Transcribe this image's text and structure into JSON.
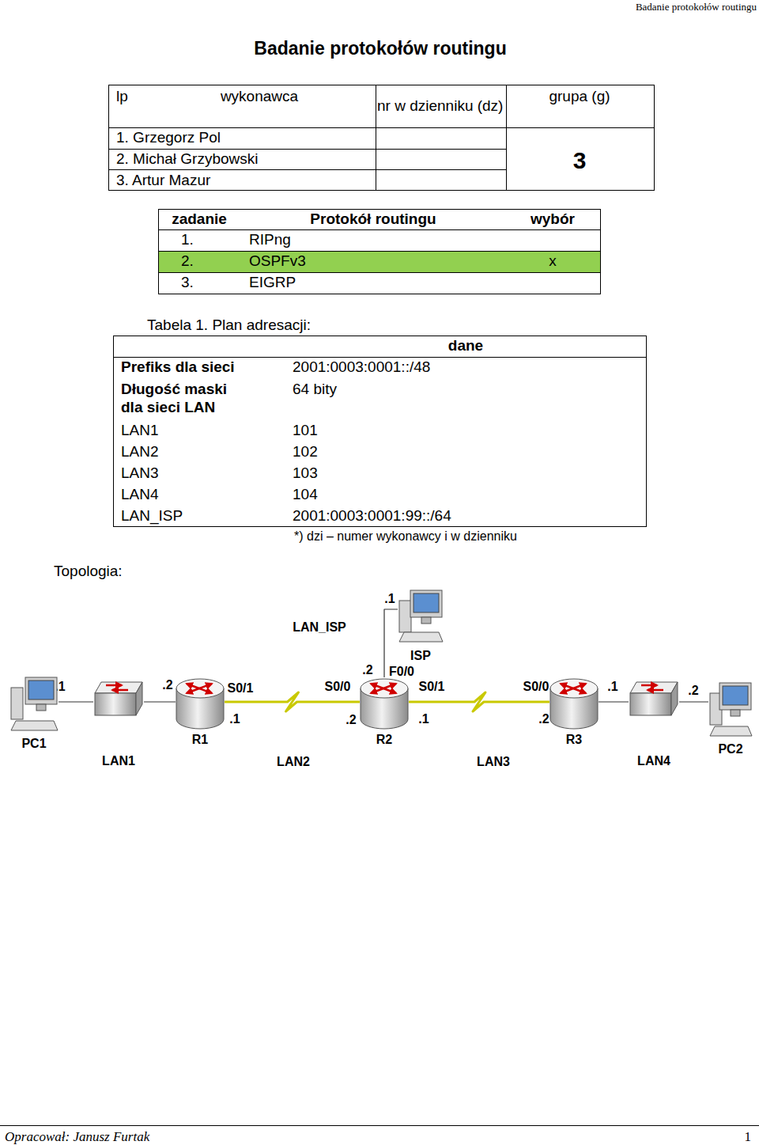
{
  "diagram": {
    "title": "Badanie protokołów routingu",
    "nodes": [
      {
        "text": [
          "PC1"
        ]
      },
      {
        "text": [
          "LAN1"
        ]
      },
      {
        "text": [
          "R1"
        ]
      },
      {
        "text": [
          "R2"
        ]
      },
      {
        "text": [
          "R3"
        ]
      },
      {
        "text": [
          "LAN4"
        ]
      },
      {
        "text": [
          "PC2"
        ]
      },
      {
        "text": [
          "ISP"
        ]
      }
    ],
    "edges": [
      {
        "from": 0,
        "to": 1,
        "arrow": "none"
      },
      {
        "from": 1,
        "to": 2,
        "arrow": "none"
      },
      {
        "from": 2,
        "to": 3,
        "arrow": "none"
      },
      {
        "from": 3,
        "to": 4,
        "arrow": "none"
      },
      {
        "from": 4,
        "to": 5,
        "arrow": "none"
      },
      {
        "from": 5,
        "to": 6,
        "arrow": "none"
      },
      {
        "from": 3,
        "to": 7,
        "arrow": "none"
      }
    ],
    "labels": [
      "Badanie protokołów routingu",
      "lp",
      "wykonawca",
      "nr w dzienniku (dz)",
      "grupa (g)",
      "1. Grzegorz Pol",
      "2. Michał Grzybowski",
      "3. Artur Mazur",
      "3",
      "zadanie",
      "Protokół routingu",
      "wybór",
      "1.",
      "RIPng",
      "2.",
      "OSPFv3",
      "x",
      "3.",
      "EIGRP",
      "Tabela 1. Plan adresacji:",
      "dane",
      "Prefiks dla sieci",
      "2001:0003:0001::/48",
      "Długość maski dla sieci LAN",
      "64 bity",
      "LAN1",
      "101",
      "LAN2",
      "102",
      "LAN3",
      "103",
      "LAN4",
      "104",
      "LAN_ISP",
      "2001:0003:0001:99::/64",
      "*) dzi – numer wykonawcy i w dzienniku",
      "Topologia:",
      "LAN_ISP",
      ".1",
      ".2",
      "F0/0",
      ".1",
      ".2",
      "S0/1",
      ".1",
      "S0/0",
      ".2",
      "S0/1",
      ".1",
      "S0/0",
      ".2",
      ".1",
      ".2",
      "LAN2",
      "LAN3",
      "Opracował: Janusz Furtak",
      "1"
    ]
  }
}
